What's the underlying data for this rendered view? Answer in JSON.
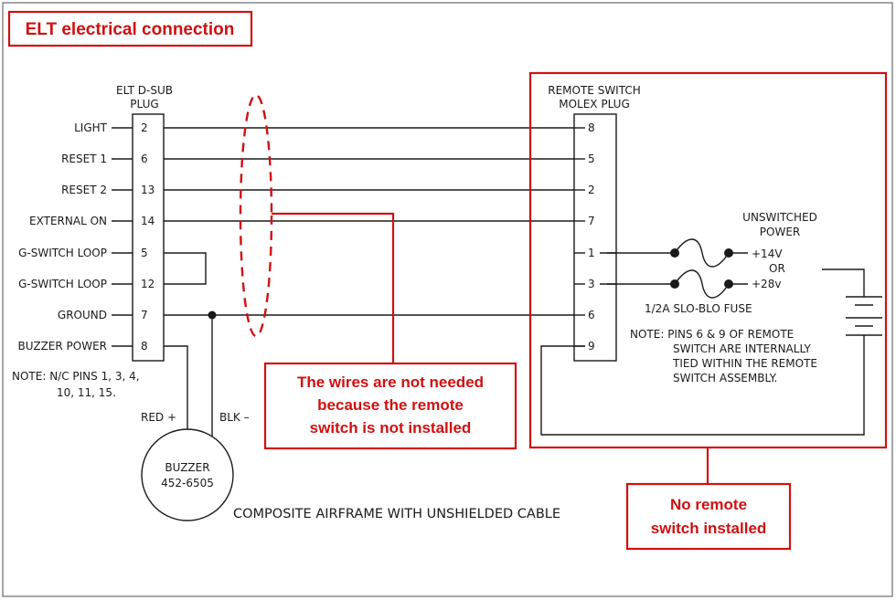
{
  "title": "ELT electrical connection",
  "elt_plug": {
    "header": [
      "ELT D-SUB",
      "PLUG"
    ],
    "pins": [
      {
        "label": "LIGHT",
        "pin": "2"
      },
      {
        "label": "RESET 1",
        "pin": "6"
      },
      {
        "label": "RESET 2",
        "pin": "13"
      },
      {
        "label": "EXTERNAL ON",
        "pin": "14"
      },
      {
        "label": "G-SWITCH LOOP",
        "pin": "5"
      },
      {
        "label": "G-SWITCH LOOP",
        "pin": "12"
      },
      {
        "label": "GROUND",
        "pin": "7"
      },
      {
        "label": "BUZZER POWER",
        "pin": "8"
      }
    ],
    "note": [
      "NOTE:  N/C PINS 1, 3, 4,",
      "10, 11, 15."
    ]
  },
  "remote_plug": {
    "header": [
      "REMOTE SWITCH",
      "MOLEX PLUG"
    ],
    "pins": [
      "8",
      "5",
      "2",
      "7",
      "1",
      "3",
      "6",
      "9"
    ]
  },
  "power": {
    "label": [
      "UNSWITCHED",
      "POWER"
    ],
    "v14": "+14V",
    "or": "OR",
    "v28": "+28v",
    "fuse": "1/2A SLO-BLO FUSE"
  },
  "remote_note": [
    "NOTE:  PINS 6 & 9 OF REMOTE",
    "SWITCH ARE INTERNALLY",
    "TIED WITHIN THE REMOTE",
    "SWITCH ASSEMBLY."
  ],
  "buzzer": {
    "name": "BUZZER",
    "part": "452-6505",
    "red": "RED +",
    "blk": "BLK –"
  },
  "caption": "COMPOSITE AIRFRAME WITH UNSHIELDED CABLE",
  "callout_wires": [
    "The wires are not needed",
    "because the remote",
    "switch is not installed"
  ],
  "callout_switch": [
    "No remote",
    "switch installed"
  ],
  "colors": {
    "annotation": "#d01010",
    "line": "#1a1a1a"
  }
}
